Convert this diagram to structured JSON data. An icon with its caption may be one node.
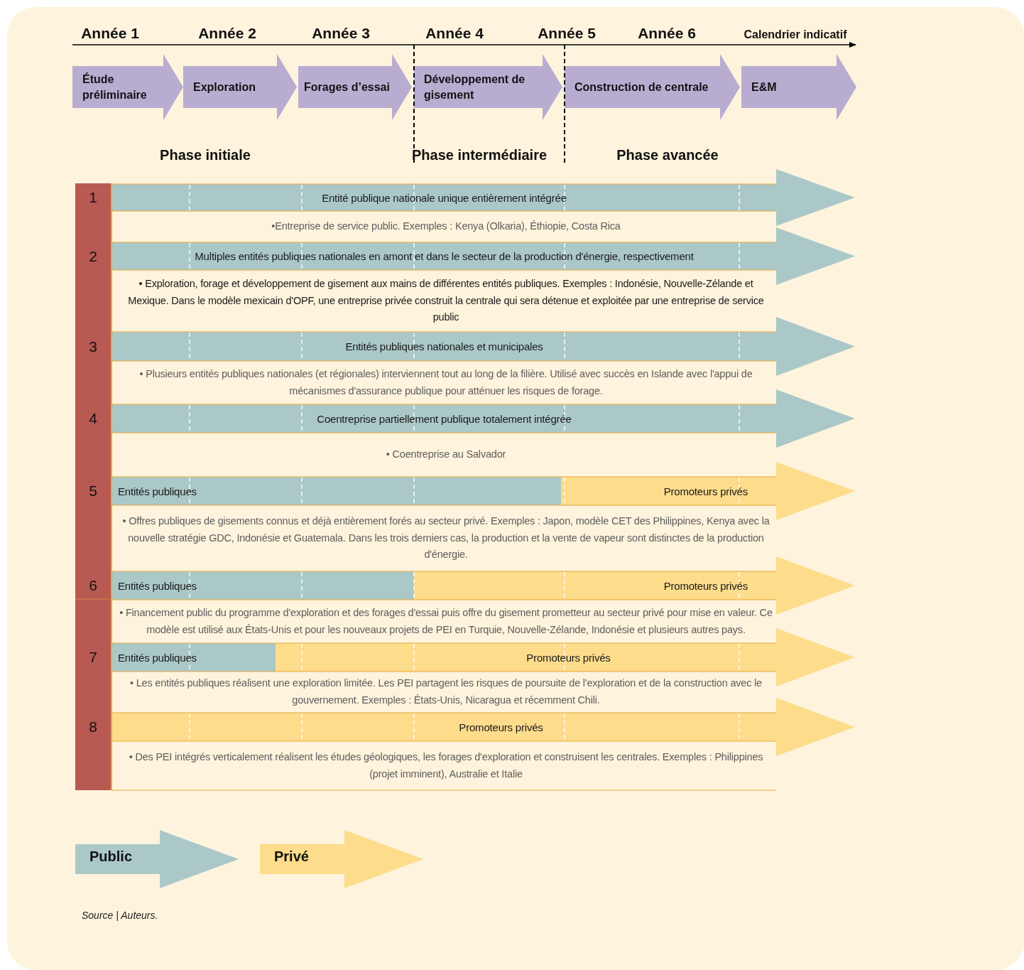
{
  "diagram": {
    "nodes": [
      {
        "text": [
          "Étude préliminaire"
        ]
      },
      {
        "text": [
          "Exploration"
        ]
      },
      {
        "text": [
          "Forages d’essai"
        ]
      },
      {
        "text": [
          "Développement de gisement"
        ]
      },
      {
        "text": [
          "Construction de centrale"
        ]
      },
      {
        "text": [
          "E&M"
        ]
      },
      {
        "text": [
          "Entité publique nationale unique entièrement intégrée"
        ]
      },
      {
        "text": [
          "Multiples entités publiques nationales en amont et dans le secteur de la production d'énergie, respectivement"
        ]
      },
      {
        "text": [
          "Entités publiques nationales et municipales"
        ]
      },
      {
        "text": [
          "Coentreprise partiellement publique totalement intégrée"
        ]
      },
      {
        "text": [
          "Entités publiques"
        ]
      },
      {
        "text": [
          "Promoteurs privés"
        ]
      },
      {
        "text": [
          "Entités publiques"
        ]
      },
      {
        "text": [
          "Promoteurs privés"
        ]
      },
      {
        "text": [
          "Entités publiques"
        ]
      },
      {
        "text": [
          "Promoteurs privés"
        ]
      },
      {
        "text": [
          "Promoteurs privés"
        ]
      }
    ],
    "labels": [
      "Année 1",
      "Année 2",
      "Année 3",
      "Année 4",
      "Année 5",
      "Année 6",
      "Calendrier indicatif",
      "Phase initiale",
      "Phase intermédiaire",
      "Phase avancée",
      "1",
      "•Entreprise de service public. Exemples : Kenya (Olkaria), Éthiopie, Costa Rica",
      "2",
      "• Exploration, forage et développement de gisement aux mains de différentes entités publiques. Exemples : Indonésie, Nouvelle-Zélande et Mexique. Dans le modèle mexicain d'OPF, une entreprise privée construit la centrale qui sera détenue et exploitée par une entreprise de service public",
      "3",
      "• Plusieurs entités publiques nationales (et régionales) interviennent tout au long de la filière. Utilisé avec succès en Islande avec l'appui de mécanismes d'assurance publique pour atténuer les risques de forage.",
      "4",
      "• Coentreprise au Salvador",
      "5",
      "• Offres publiques de gisements connus et déjà entièrement forés au secteur privé. Exemples : Japon, modèle CET des Philippines, Kenya avec la nouvelle stratégie GDC, Indonésie et Guatemala. Dans les trois derniers cas, la production et la vente de vapeur sont distinctes de la production d'énergie.",
      "6",
      "• Financement public du programme d'exploration et des forages d'essai puis offre du gisement prometteur au secteur privé pour mise en valeur. Ce modèle est utilisé aux États-Unis et pour les nouveaux projets de PEI en Turquie, Nouvelle-Zélande, Indonésie et plusieurs autres pays.",
      "7",
      "• Les entités publiques réalisent une exploration limitée. Les PEI partagent les risques de poursuite de l'exploration et de la construction avec le gouvernement. Exemples : États-Unis, Nicaragua et récemment Chili.",
      "8",
      "• Des PEI intégrés verticalement réalisent les études géologiques, les forages d'exploration et construisent les centrales. Exemples : Philippines (projet imminent), Australie et Italie"
    ],
    "legend": [
      {
        "text": "Public",
        "color": "#abc8c8"
      },
      {
        "text": "Privé",
        "color": "#fddc8c"
      }
    ],
    "caption": "Source | Auteurs."
  }
}
